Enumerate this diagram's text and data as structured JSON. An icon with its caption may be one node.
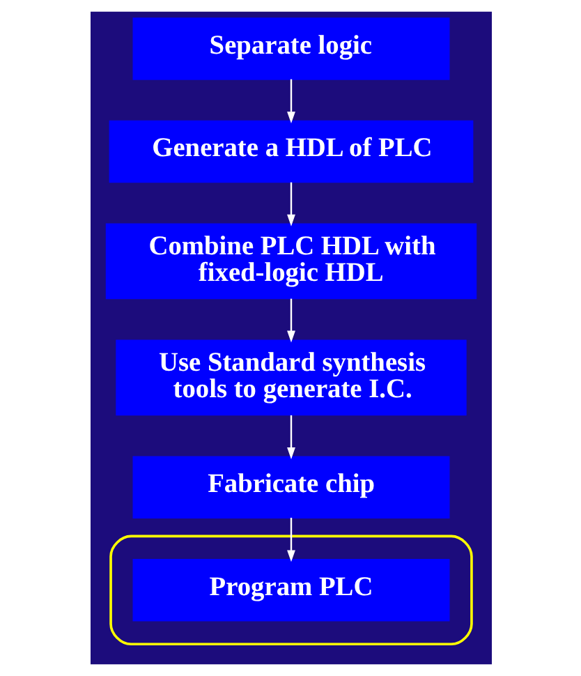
{
  "diagram": {
    "nodes": [
      {
        "text": [
          "Separate logic"
        ]
      },
      {
        "text": [
          "Generate a HDL of PLC"
        ]
      },
      {
        "text": [
          "Combine PLC HDL with fixed-logic HDL"
        ]
      },
      {
        "text": [
          "Use Standard synthesis tools to generate I.C."
        ]
      },
      {
        "text": [
          "Fabricate chip"
        ]
      },
      {
        "text": [],
        "shape": "ellipse"
      },
      {
        "text": [
          "Program PLC"
        ],
        "in": 5
      }
    ],
    "edges": [
      {
        "from": 0,
        "to": 1,
        "arrow": "to"
      },
      {
        "from": 1,
        "to": 2,
        "arrow": "to"
      },
      {
        "from": 2,
        "to": 3,
        "arrow": "to"
      },
      {
        "from": 3,
        "to": 4,
        "arrow": "to"
      },
      {
        "from": 4,
        "to": 6,
        "arrow": "to"
      }
    ]
  }
}
